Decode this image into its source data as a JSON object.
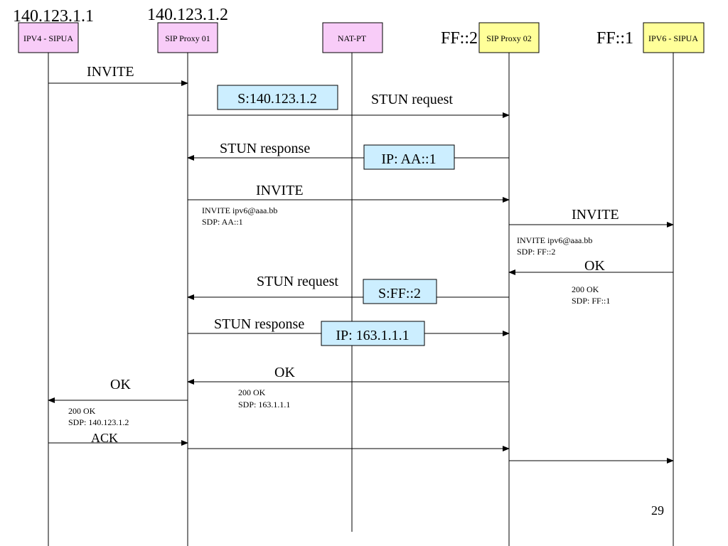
{
  "addresses": {
    "ipv4_ua": "140.123.1.1",
    "sip_proxy_01": "140.123.1.2",
    "sip_proxy_02": "FF::2",
    "ipv6_ua": "FF::1"
  },
  "entities": {
    "ipv4_ua": "IPV4 - SIPUA",
    "sip_proxy_01": "SIP Proxy 01",
    "nat_pt": "NAT-PT",
    "sip_proxy_02": "SIP Proxy 02",
    "ipv6_ua": "IPV6 - SIPUA"
  },
  "colors": {
    "pink": "#f8ccf8",
    "yellow": "#ffff99",
    "blue": "#cceeff"
  },
  "messages": {
    "m1": "INVITE",
    "m2": "STUN request",
    "m3": "STUN response",
    "m4": "INVITE",
    "m5": "INVITE",
    "m6": "OK",
    "m7": "STUN request",
    "m8": "STUN response",
    "m9": "OK",
    "m10": "OK",
    "m11": "ACK"
  },
  "boxes": {
    "b1": "S:140.123.1.2",
    "b2": "IP: AA::1",
    "b3": "S:FF::2",
    "b4": "IP: 163.1.1.1"
  },
  "notes": {
    "n1": [
      "INVITE ipv6@aaa.bb",
      "SDP:  AA::1"
    ],
    "n2": [
      "INVITE ipv6@aaa.bb",
      "SDP:  FF::2"
    ],
    "n3": [
      "200 OK",
      "SDP: FF::1"
    ],
    "n4": [
      "200 OK",
      "SDP: 163.1.1.1"
    ],
    "n5": [
      "200 OK",
      "SDP: 140.123.1.2"
    ]
  },
  "page_number": "29"
}
